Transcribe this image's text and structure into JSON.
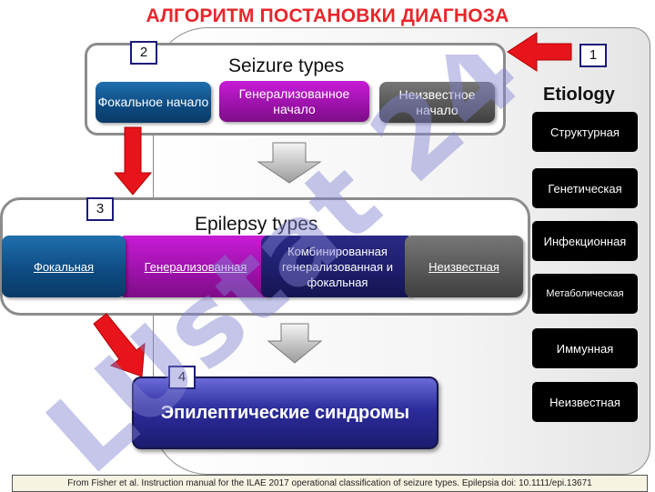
{
  "title": "АЛГОРИТМ ПОСТАНОВКИ ДИАГНОЗА",
  "watermark": "LUstat 24",
  "etiology": {
    "label": "Etiology",
    "items": [
      "Структурная",
      "Генетическая",
      "Инфекционная",
      "Метаболическая",
      "Иммунная",
      "Неизвестная"
    ]
  },
  "steps": [
    "1",
    "2",
    "3",
    "4"
  ],
  "seizure_types": {
    "title": "Seizure types",
    "focal": "Фокальное начало",
    "generalized": "Генерализованное начало",
    "unknown": "Неизвестное начало"
  },
  "epilepsy_types": {
    "title": "Epilepsy types",
    "focal": "Фокальная",
    "generalized": "Генерализованная",
    "combined": "Комбинированная генерализованная и фокальная",
    "unknown": "Неизвестная"
  },
  "syndromes": "Эпилептические синдромы",
  "footer": "From Fisher et al. Instruction manual for the ILAE 2017 operational classification of seizure types. Epilepsia doi: 10.1111/epi.13671",
  "colors": {
    "title": "#e8262b",
    "arrow": "#e8141b",
    "focal": "#0d4a80",
    "generalized": "#9b12a8",
    "unknown": "#555555",
    "combined": "#1d1d6a"
  }
}
